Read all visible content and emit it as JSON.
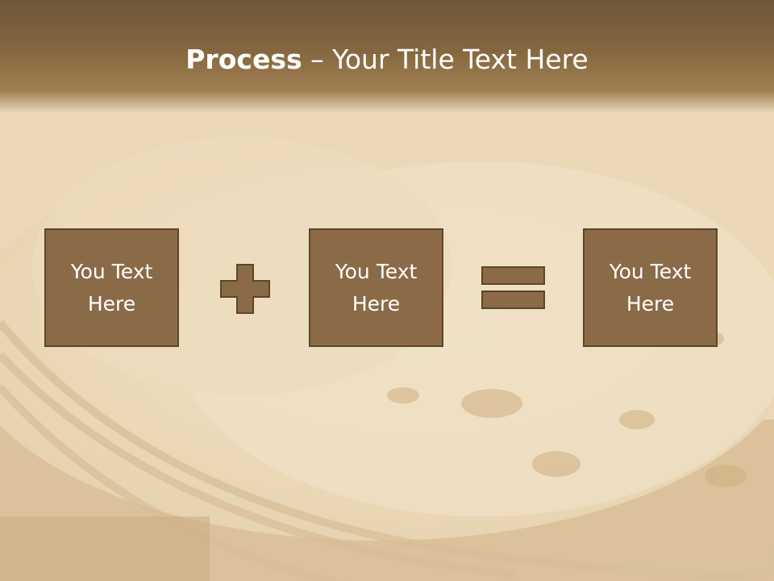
{
  "slide": {
    "title_bold": "Process",
    "title_rest": " – Your Title Text Here",
    "boxes": [
      {
        "label": "You Text Here"
      },
      {
        "label": "You Text Here"
      },
      {
        "label": "You Text Here"
      }
    ],
    "operators": [
      "plus-icon",
      "equals-icon"
    ]
  },
  "colors": {
    "title_bar": "#7a5e3c",
    "box_fill": "#8b6b47",
    "box_border": "#5e4527",
    "text": "#ffffff"
  }
}
